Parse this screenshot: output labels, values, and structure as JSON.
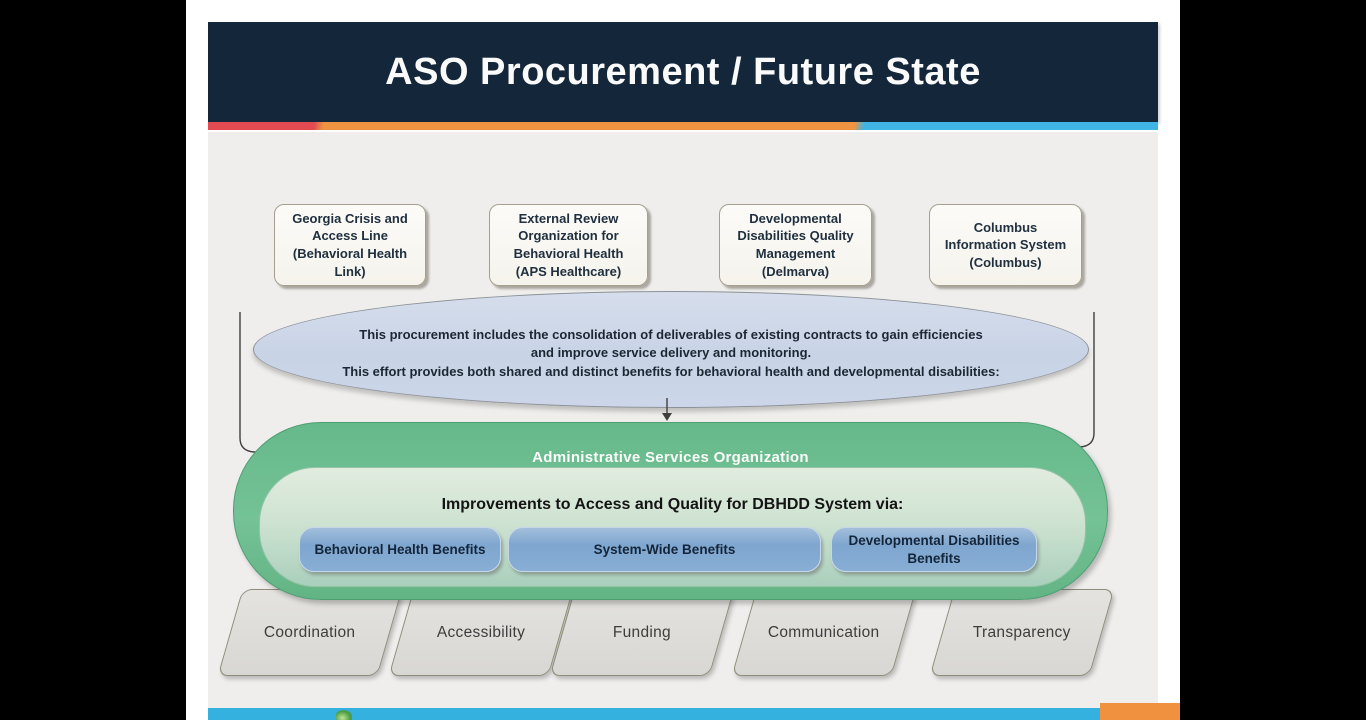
{
  "title": "ASO Procurement / Future State",
  "contracts": [
    "Georgia Crisis and Access Line (Behavioral Health Link)",
    "External Review Organization for Behavioral Health (APS Healthcare)",
    "Developmental Disabilities Quality Management (Delmarva)",
    "Columbus Information System (Columbus)"
  ],
  "ellipse": {
    "line1": "This procurement includes the consolidation of deliverables of existing contracts to gain efficiencies",
    "line2": "and improve service delivery and monitoring.",
    "line3": "This effort provides both shared and distinct benefits for behavioral health and developmental disabilities:"
  },
  "aso": {
    "title": "Administrative Services Organization",
    "subtitle": "Improvements to Access and Quality for DBHDD System via:",
    "benefits": [
      "Behavioral Health Benefits",
      "System-Wide Benefits",
      "Developmental Disabilities Benefits"
    ]
  },
  "pillars": [
    "Coordination",
    "Accessibility",
    "Funding",
    "Communication",
    "Transparency"
  ],
  "colors": {
    "header_navy": "#142639",
    "stripe_red": "#e14b51",
    "stripe_orange": "#f09441",
    "stripe_blue": "#41b4e6",
    "slide_gray": "#efeeec",
    "ellipse_fill": "#ccd6e8",
    "aso_green": "#6abc8e",
    "aso_inner_green": "#cfe3d2",
    "benefit_blue": "#7ea6cf",
    "pillar_gray": "#dcdbd7",
    "footer_cyan": "#35b1e0",
    "footer_orange": "#ef913e"
  }
}
